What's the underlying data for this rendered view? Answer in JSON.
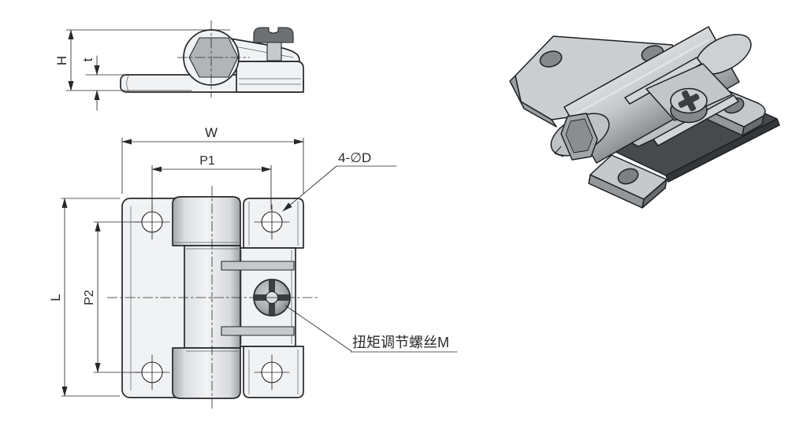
{
  "drawing": {
    "side_view": {
      "dim_height": "H",
      "dim_thickness": "t"
    },
    "front_view": {
      "dim_width": "W",
      "dim_hole_pitch_horizontal": "P1",
      "dim_hole_pitch_vertical": "P2",
      "dim_length": "L",
      "hole_callout": "4-∅D",
      "torque_screw_callout": "扭矩调节螺丝M"
    },
    "colors": {
      "line": "#26292c",
      "fill_light": "#f1f2f3",
      "fill_mid": "#c7cacc",
      "fill_dark": "#8e9194",
      "screw_head": "#6e7174",
      "background": "#ffffff"
    }
  }
}
